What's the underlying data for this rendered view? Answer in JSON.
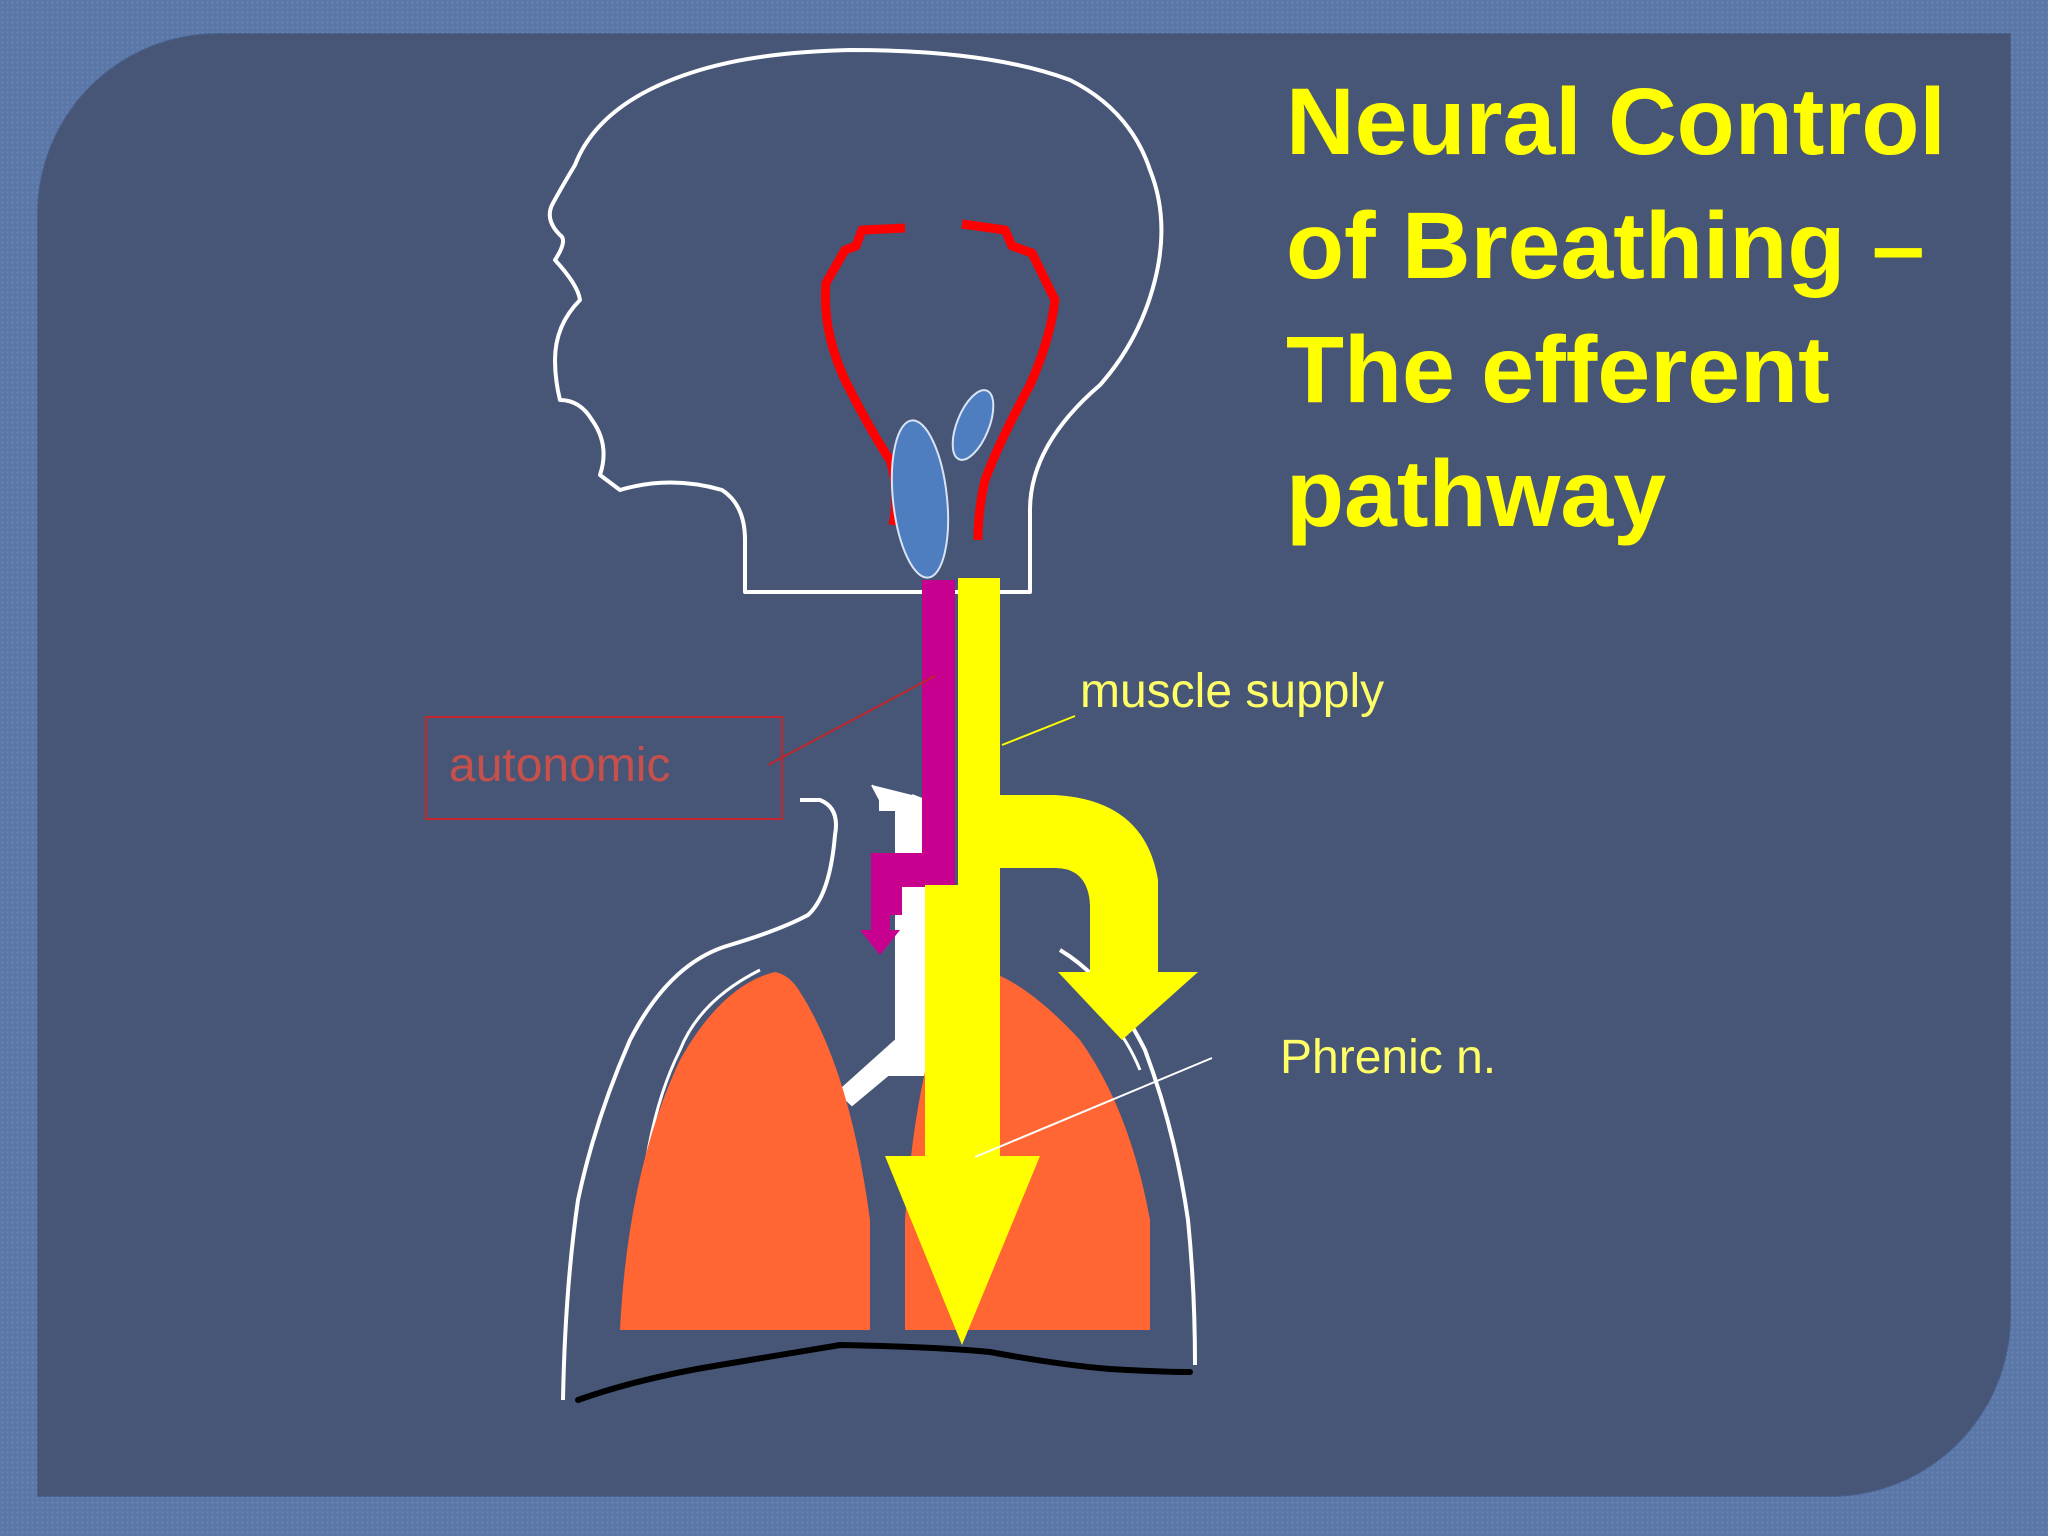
{
  "title": {
    "lines": [
      "Neural Control",
      "of Breathing –",
      "The efferent",
      "pathway"
    ]
  },
  "labels": {
    "muscle_supply": "muscle supply",
    "autonomic": "autonomic",
    "phrenic": "Phrenic n."
  },
  "colors": {
    "background": "#5a77a8",
    "panel": "#475677",
    "title": "#ffff00",
    "somatic_pathway": "#ffff00",
    "autonomic_pathway": "#c8008f",
    "lungs": "#ff6633",
    "respiratory_centres": "#ff0000",
    "brainstem_nuclei": "#4f7ec0",
    "outline": "#ffffff",
    "diaphragm": "#000000"
  }
}
